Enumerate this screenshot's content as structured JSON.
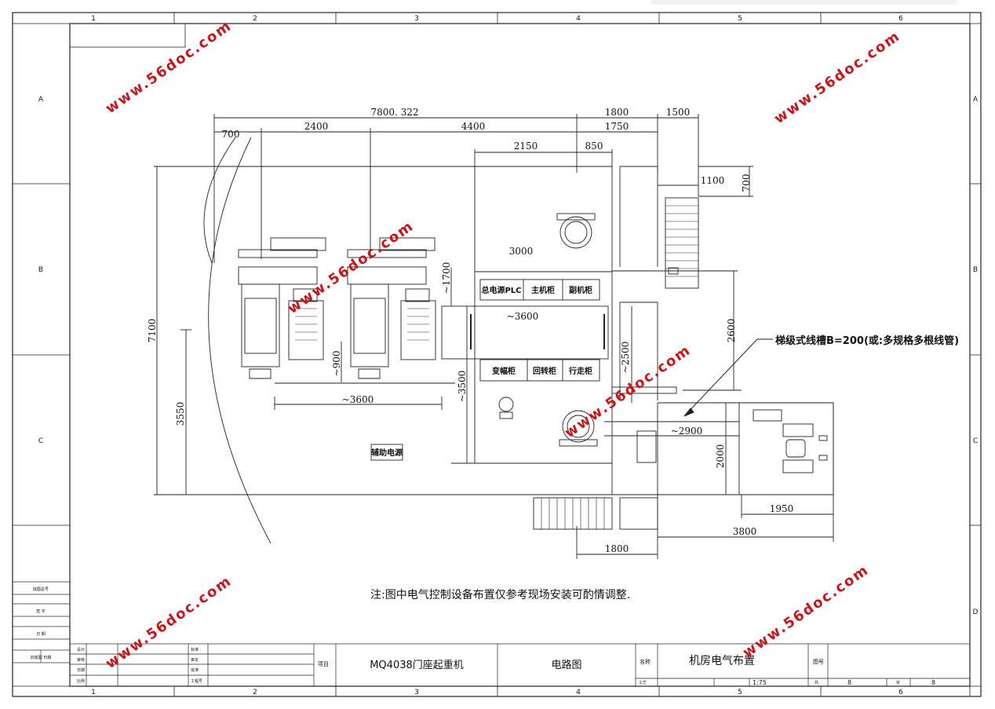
{
  "grid": {
    "columns": [
      "1",
      "2",
      "3",
      "4",
      "5",
      "6"
    ],
    "rows": [
      "A",
      "B",
      "C",
      "D"
    ]
  },
  "dimensions": {
    "overall": "7800. 322",
    "d1800_top": "1800",
    "d1500": "1500",
    "d700_left": "700",
    "d2400": "2400",
    "d4400": "4400",
    "d1750": "1750",
    "d2150": "2150",
    "d850": "850",
    "d1100": "1100",
    "d700_right": "700",
    "d3000": "3000",
    "d1700": "~1700",
    "d3600_mid": "~3600",
    "d2600": "2600",
    "d2500": "~2500",
    "d900": "~900",
    "d3500": "~3500",
    "d3600_low": "~3600",
    "d2900": "~2900",
    "d2000": "2000",
    "d1950": "1950",
    "d3800": "3800",
    "d1800_bottom": "1800",
    "d7100": "7100",
    "d3550": "3550"
  },
  "cabinets": {
    "row1": [
      "总电源PLC",
      "主机柜",
      "副机柜"
    ],
    "row2": [
      "变幅柜",
      "回转柜",
      "行走柜"
    ],
    "aux": "辅助电源"
  },
  "callout": "梯级式线槽B=200(或:多规格多根线管)",
  "note": "注:图中电气控制设备布置仅参考现场安装可酌情调整.",
  "titleblock": {
    "project_label": "项目",
    "project": "MQ4038门座起重机",
    "type": "电路图",
    "name_label": "名称",
    "name": "机房电气布置",
    "drawing_no_label": "图号",
    "scale": "1:75",
    "sheet": "8",
    "total": "8",
    "left_labels": [
      "设计",
      "审核",
      "日期",
      "标准",
      "审定",
      "批准",
      "工艺",
      "工程号",
      "比例",
      "共",
      "张"
    ]
  },
  "side_block": [
    "底图总号",
    "签 字",
    "日 期",
    "旧底图 日期"
  ],
  "watermark": "www.56doc.com"
}
